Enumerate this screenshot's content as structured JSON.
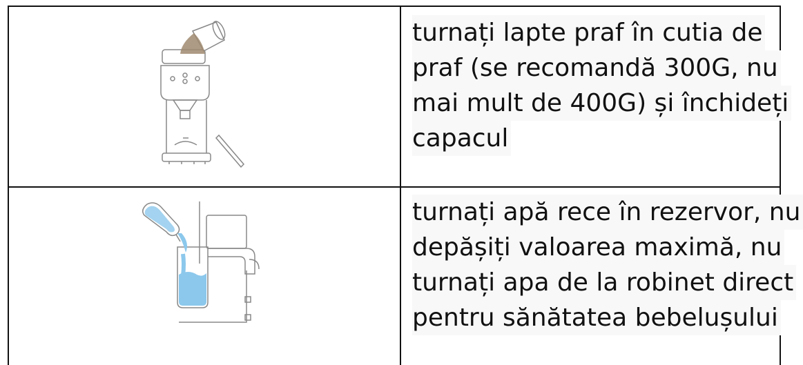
{
  "rows": [
    {
      "image_icon": "powder-machine-illustration",
      "text_lines": [
        "turnați lapte praf în cutia de",
        "praf (se recomandă 300G, nu",
        "mai mult de 400G) și închideți",
        "capacul"
      ]
    },
    {
      "image_icon": "water-tank-illustration",
      "text_lines": [
        "turnați apă rece în rezervor, nu",
        "depășiți valoarea maximă, nu",
        "turnați apa de la robinet direct",
        "pentru sănătatea bebelușului"
      ]
    }
  ],
  "colors": {
    "powder": "#a08a70",
    "water": "#8cc8ec",
    "outline": "#888888",
    "border": "#111111"
  }
}
